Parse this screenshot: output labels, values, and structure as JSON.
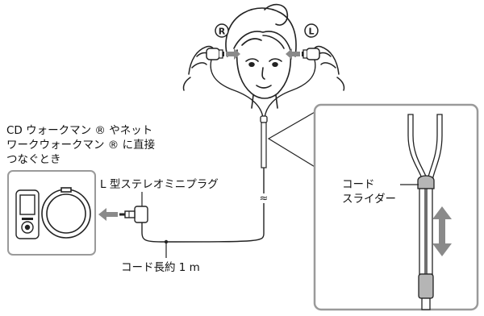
{
  "labels": {
    "connect_line1": "CD ウォークマン ® やネット",
    "connect_line2": "ワークウォークマン ® に直接",
    "connect_line3": "つなぐとき",
    "plug": "L 型ステレオミニプラグ",
    "cord_length": "コード長約 1 m",
    "slider_line1": "コード",
    "slider_line2": "スライダー",
    "right_mark": "R",
    "left_mark": "L",
    "cut_mark": "≈"
  },
  "colors": {
    "line": "#222222",
    "arrow": "#8a8a8a",
    "panel_border": "#9a9a9a",
    "cord_fill": "#d8d8d8",
    "slider_fill": "#b5b5b5"
  },
  "icons": [
    "walkman-player-icon",
    "cd-walkman-icon",
    "double-arrow-icon"
  ]
}
